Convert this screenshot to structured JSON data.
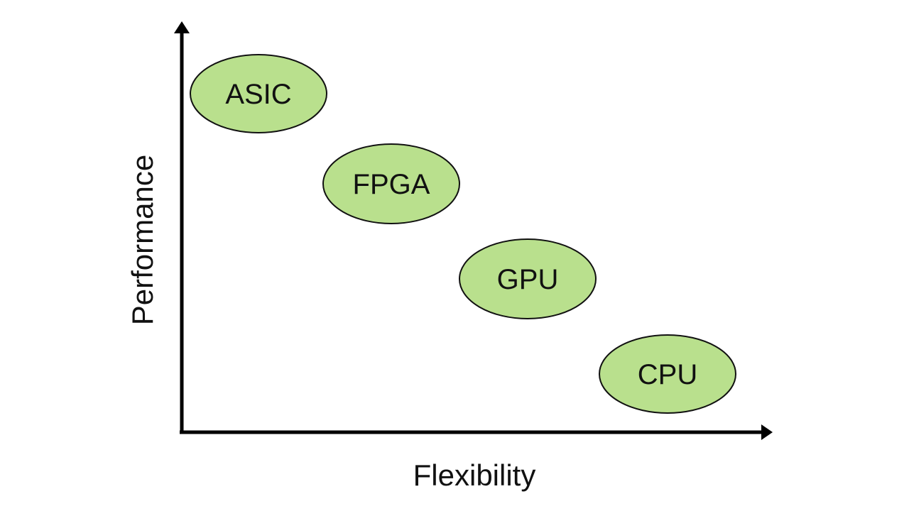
{
  "diagram": {
    "type": "quadrant-positioning",
    "x_axis": {
      "label": "Flexibility",
      "direction": "increasing-right"
    },
    "y_axis": {
      "label": "Performance",
      "direction": "increasing-up"
    },
    "node_fill": "#b9e08d",
    "node_stroke": "#111111",
    "axis_color": "#000000",
    "nodes": [
      {
        "id": "asic",
        "label": "ASIC",
        "rank_flexibility": 1,
        "rank_performance": 4
      },
      {
        "id": "fpga",
        "label": "FPGA",
        "rank_flexibility": 2,
        "rank_performance": 3
      },
      {
        "id": "gpu",
        "label": "GPU",
        "rank_flexibility": 3,
        "rank_performance": 2
      },
      {
        "id": "cpu",
        "label": "CPU",
        "rank_flexibility": 4,
        "rank_performance": 1
      }
    ]
  }
}
